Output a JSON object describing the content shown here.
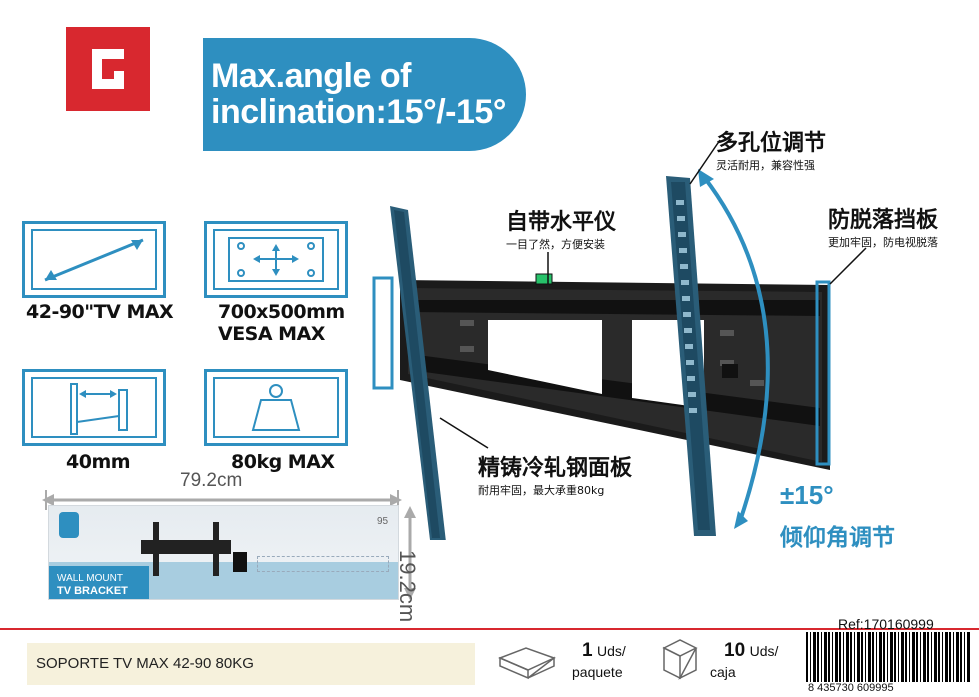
{
  "header": {
    "logo_icon": "brand-g-logo-icon",
    "banner_line1": "Max.angle of",
    "banner_line2": "inclination:15°/-15°"
  },
  "specs": [
    {
      "label": "42-90\"TV MAX",
      "icon": "screen-diagonal-icon"
    },
    {
      "label_line1": "700x500mm",
      "label_line2": "VESA MAX",
      "icon": "vesa-pattern-icon"
    },
    {
      "label": "40mm",
      "icon": "wall-distance-icon"
    },
    {
      "label": "80kg MAX",
      "icon": "weight-icon"
    }
  ],
  "callouts": {
    "holes_title": "多孔位调节",
    "holes_sub": "灵活耐用，兼容性强",
    "level_title": "自带水平仪",
    "level_sub": "一目了然，方便安装",
    "guard_title": "防脱落挡板",
    "guard_sub": "更加牢固，防电视脱落",
    "panel_title": "精铸冷轧钢面板",
    "panel_sub": "耐用牢固，最大承重80kg",
    "tilt_value": "±15°",
    "tilt_title": "倾仰角调节"
  },
  "package": {
    "width_label": "79.2cm",
    "height_label": "19.2cm",
    "code_small": "95",
    "line1": "WALL MOUNT",
    "line2": "TV BRACKET"
  },
  "footer": {
    "product_name": "SOPORTE TV MAX 42-90 80KG",
    "ref": "Ref:170160999",
    "pack1_num": "1",
    "pack1_unit": "Uds/",
    "pack1_word": "paquete",
    "pack2_num": "10",
    "pack2_unit": "Uds/",
    "pack2_word": "caja",
    "barcode_digits": "8  435730  609995"
  },
  "colors": {
    "accent_blue": "#2e8fc0",
    "brand_red": "#d8282f",
    "footer_field": "#f6f1dc"
  }
}
